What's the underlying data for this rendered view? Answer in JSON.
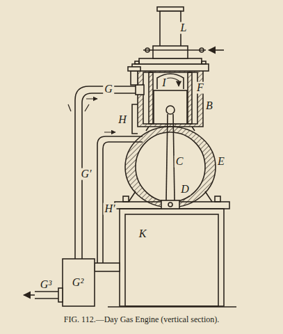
{
  "diagram": {
    "caption": "FIG. 112.—Day Gas Engine (vertical section).",
    "labels": [
      "L",
      "G",
      "I",
      "F",
      "H",
      "B",
      "G′",
      "C",
      "H′",
      "D",
      "E",
      "G²",
      "K",
      "G³"
    ]
  }
}
